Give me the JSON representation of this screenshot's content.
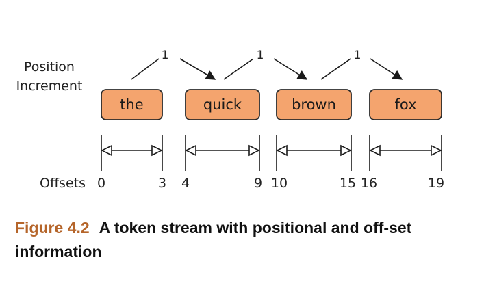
{
  "labels": {
    "position_increment_line1": "Position",
    "position_increment_line2": "Increment",
    "offsets": "Offsets"
  },
  "tokens": [
    {
      "text": "the",
      "start_offset": "0",
      "end_offset": "3"
    },
    {
      "text": "quick",
      "start_offset": "4",
      "end_offset": "9"
    },
    {
      "text": "brown",
      "start_offset": "10",
      "end_offset": "15"
    },
    {
      "text": "fox",
      "start_offset": "16",
      "end_offset": "19"
    }
  ],
  "position_increments": [
    "1",
    "1",
    "1"
  ],
  "caption": {
    "number": "Figure 4.2",
    "text": "A token stream with positional and off-set information"
  },
  "colors": {
    "token_fill": "#f4a46e",
    "token_stroke": "#2a2a2a",
    "caption_number": "#b5652a"
  }
}
